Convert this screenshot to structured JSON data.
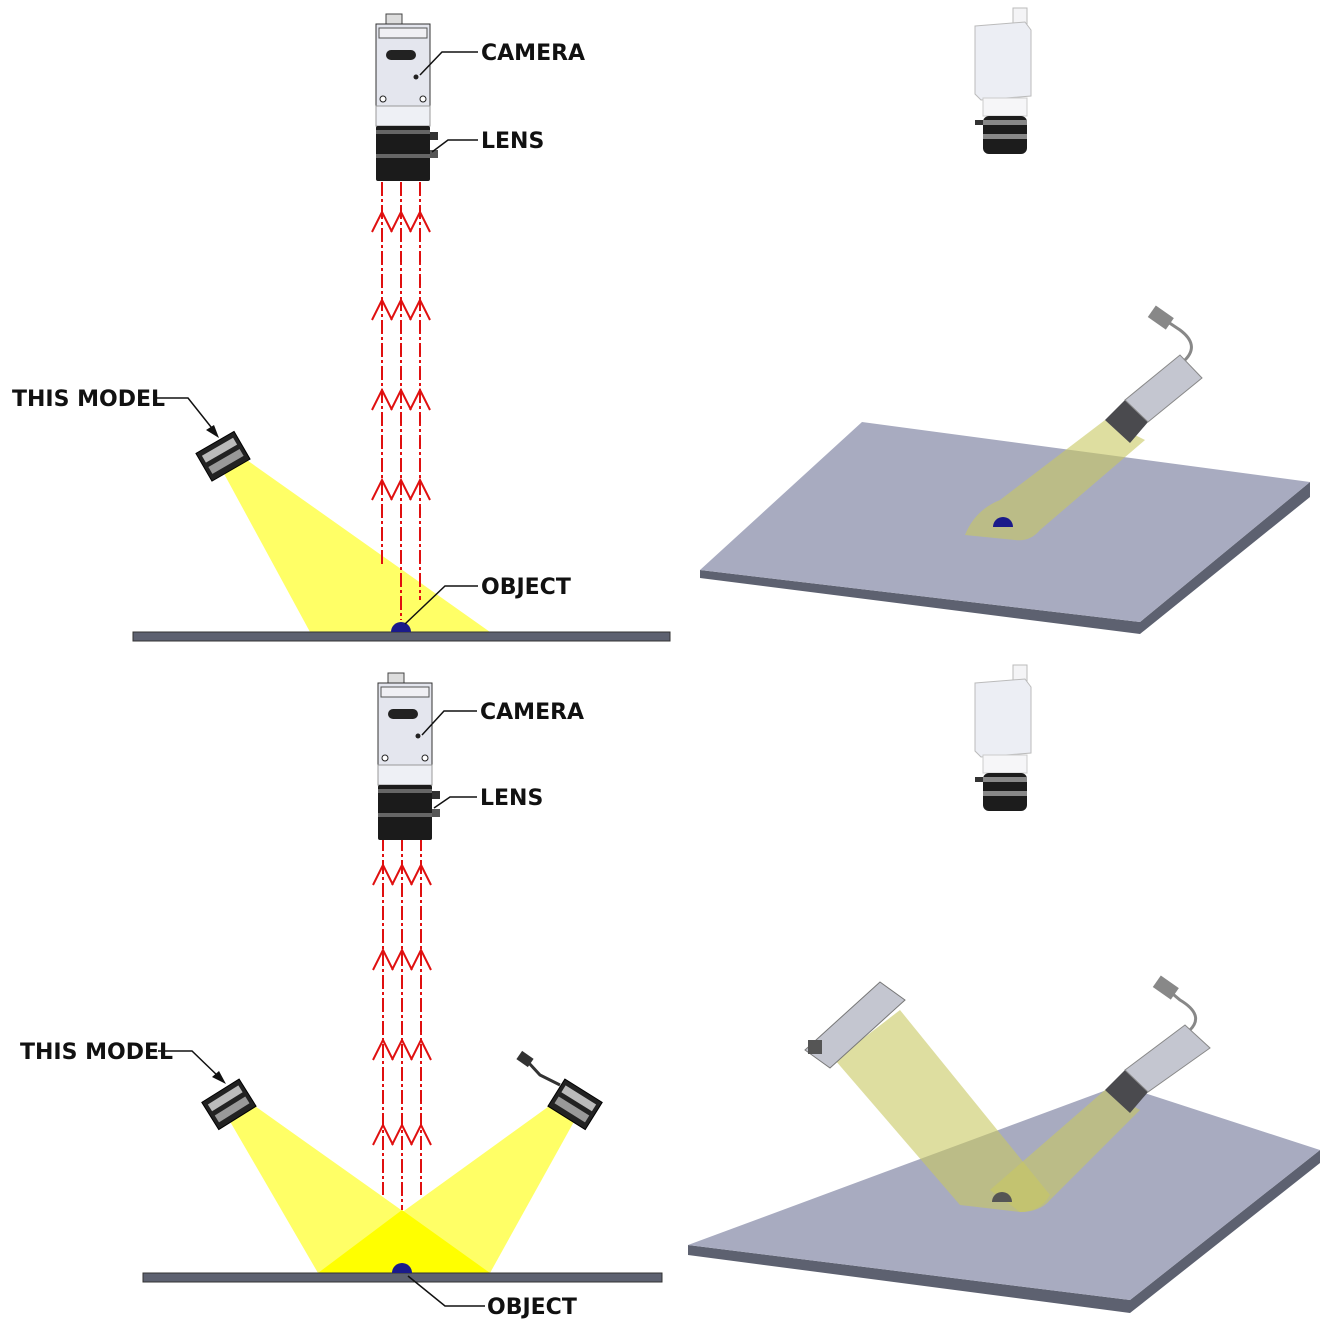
{
  "panels": {
    "top_left": {
      "camera_label": "CAMERA",
      "lens_label": "LENS",
      "model_label": "THIS MODEL",
      "object_label": "OBJECT"
    },
    "bottom_left": {
      "camera_label": "CAMERA",
      "lens_label": "LENS",
      "model_label": "THIS MODEL",
      "object_label": "OBJECT"
    }
  },
  "colors": {
    "ray": "#e01010",
    "beam": "#ffff66",
    "plate": "#a8abc0",
    "object": "#1a1a8a"
  }
}
